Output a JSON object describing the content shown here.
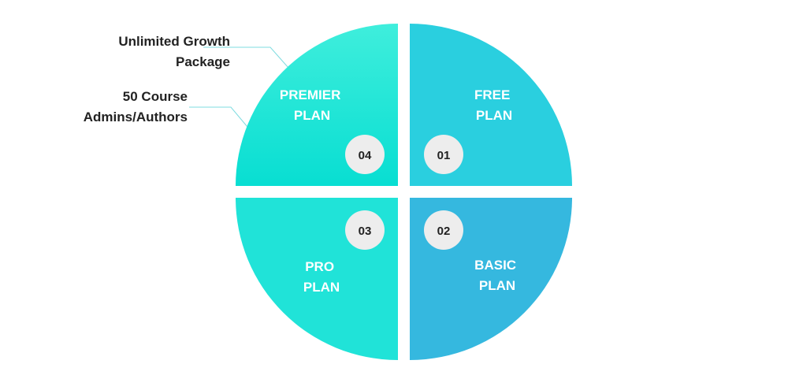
{
  "annotations": [
    {
      "lines": [
        "Unlimited Growth",
        "Package"
      ]
    },
    {
      "lines": [
        "50 Course",
        "Admins/Authors"
      ]
    }
  ],
  "quadrants": [
    {
      "number": "01",
      "title_lines": [
        "FREE",
        "PLAN"
      ],
      "color": "#2ACFDF"
    },
    {
      "number": "02",
      "title_lines": [
        "BASIC",
        "PLAN"
      ],
      "color": "#35B8DF"
    },
    {
      "number": "03",
      "title_lines": [
        "PRO",
        "PLAN"
      ],
      "color": "#20E3D8"
    },
    {
      "number": "04",
      "title_lines": [
        "PREMIER",
        "PLAN"
      ],
      "color_top": "#3FEEDC",
      "color_bottom": "#08DED2"
    }
  ],
  "colors": {
    "badge_fill": "#EDEDED",
    "badge_text": "#222222",
    "plan_text": "#FFFFFF",
    "annotation_line": "#7FDCE0"
  }
}
